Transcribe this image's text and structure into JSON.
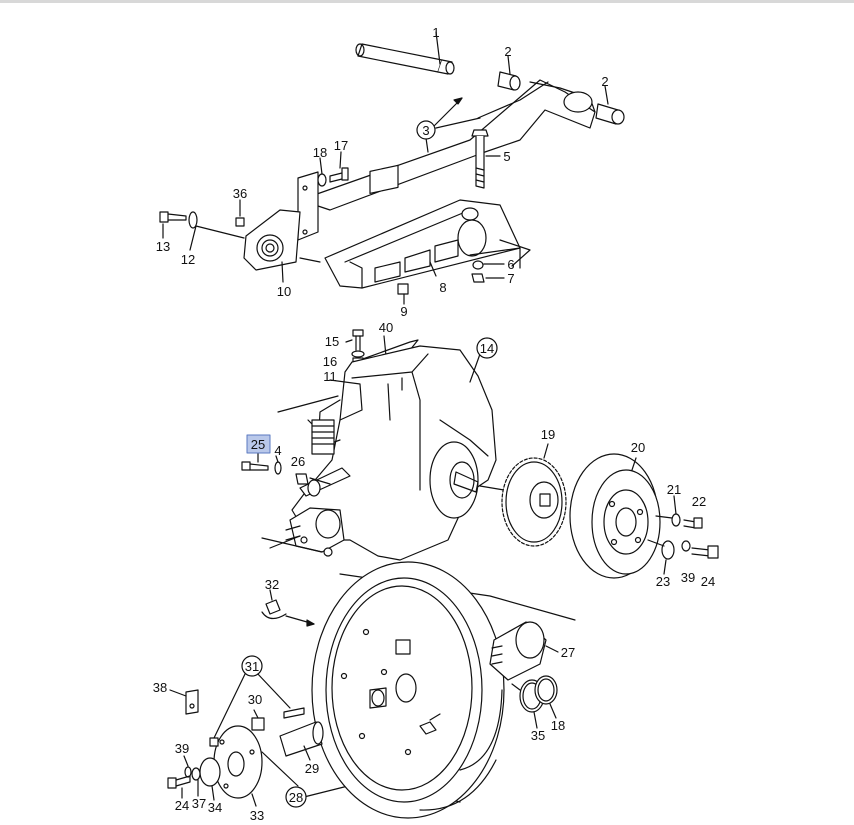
{
  "diagram": {
    "labels": {
      "p1": "1",
      "p2a": "2",
      "p2b": "2",
      "p3": "3",
      "p5": "5",
      "p17": "17",
      "p18": "18",
      "p36": "36",
      "p13": "13",
      "p12": "12",
      "p10": "10",
      "p8": "8",
      "p6": "6",
      "p7": "7",
      "p9": "9",
      "p15": "15",
      "p40": "40",
      "p14": "14",
      "p16": "16",
      "p11": "11",
      "p25": "25",
      "p4": "4",
      "p26": "26",
      "p19": "19",
      "p20": "20",
      "p21": "21",
      "p22": "22",
      "p23": "23",
      "p39a": "39",
      "p24a": "24",
      "p32": "32",
      "p27": "27",
      "p31": "31",
      "p38": "38",
      "p30": "30",
      "p35": "35",
      "p18b": "18",
      "p39b": "39",
      "p29": "29",
      "p24b": "24",
      "p37": "37",
      "p34": "34",
      "p28": "28",
      "p33": "33"
    },
    "highlighted_label": "25"
  }
}
